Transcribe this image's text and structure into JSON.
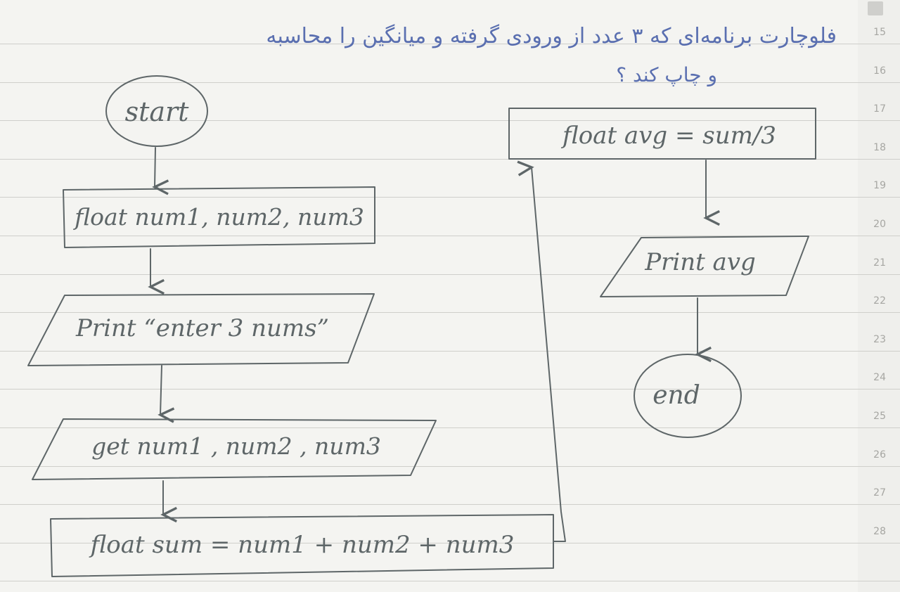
{
  "title": {
    "line1": "فلوچارت برنامه‌ای که ۳ عدد از ورودی گرفته و میانگین را محاسبه",
    "line2": "و چاپ کند ؟"
  },
  "line_numbers": [
    "15",
    "16",
    "17",
    "18",
    "19",
    "20",
    "21",
    "22",
    "23",
    "24",
    "25",
    "26",
    "27",
    "28"
  ],
  "nodes": {
    "start": "start",
    "declare": "float num1, num2, num3",
    "prompt": "Print “enter 3 nums”",
    "input": "get num1 , num2 , num3",
    "sum": "float sum = num1 + num2 + num3",
    "avg": "float avg = sum/3",
    "print_avg": "Print avg",
    "end": "end"
  },
  "colors": {
    "ink": "#5e6668",
    "title_ink": "#5a6fb0",
    "paper": "#f4f4f1",
    "rule": "#cfcfcb"
  }
}
